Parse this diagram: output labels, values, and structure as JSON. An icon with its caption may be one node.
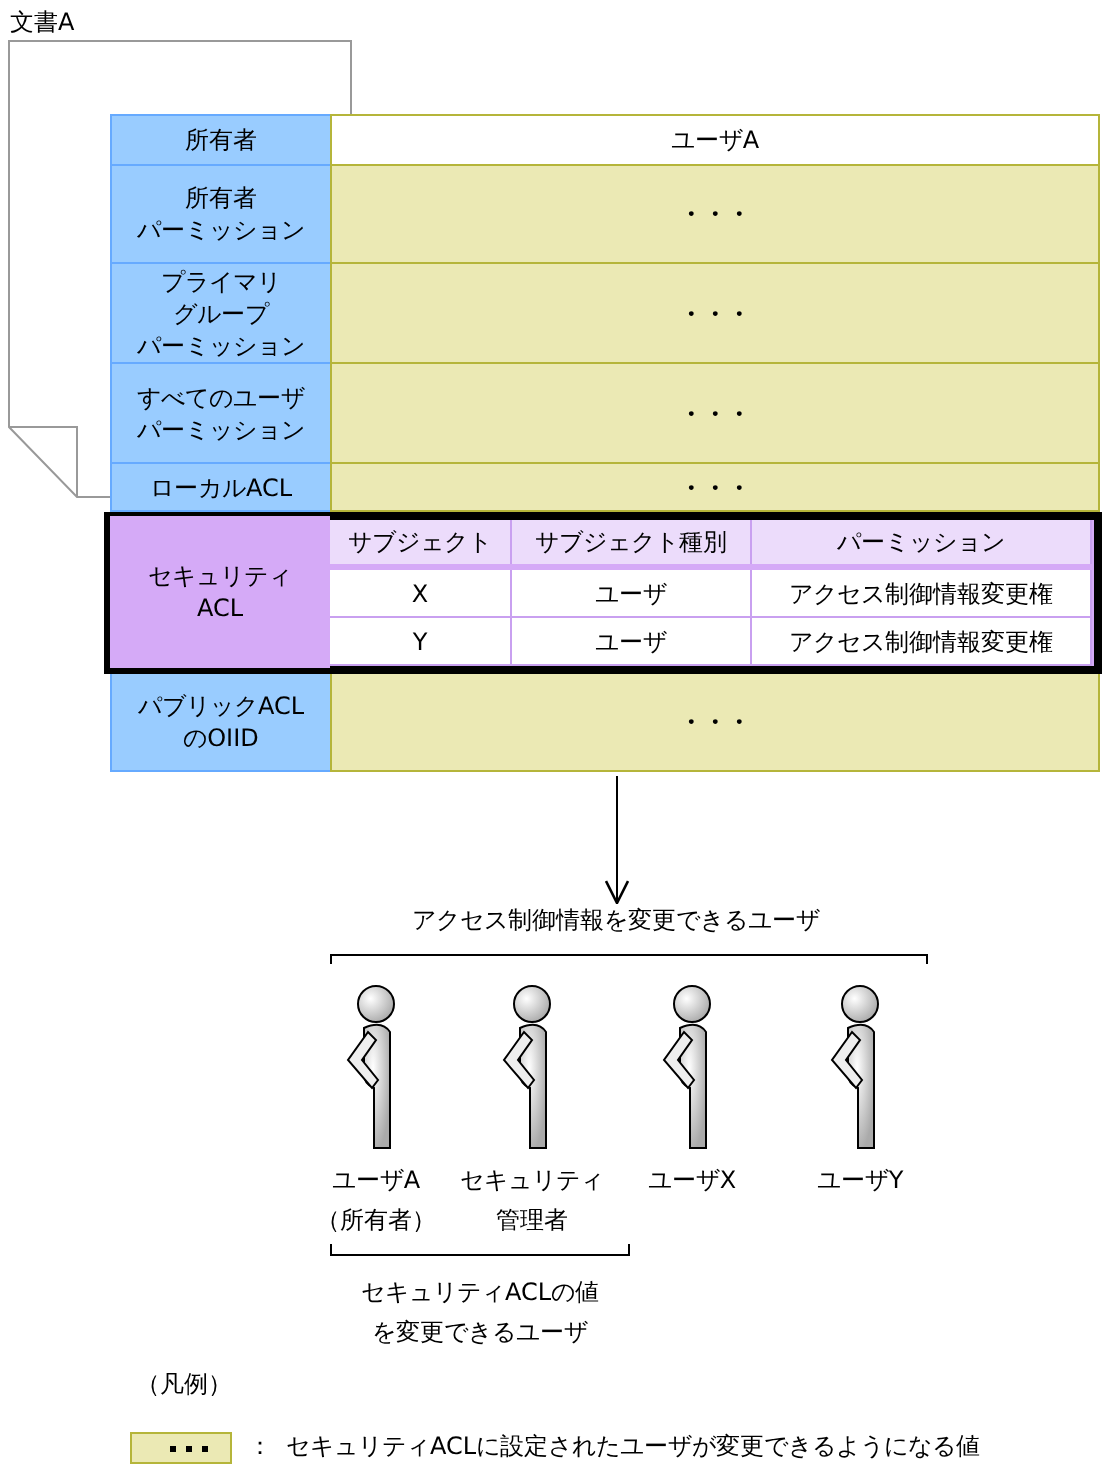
{
  "diagram": {
    "nodes": [
      {
        "text": [
          "文書A"
        ]
      },
      {
        "text": [
          "アクセス制御情報を変更できるユーザ"
        ]
      }
    ],
    "edges": [
      {
        "from": 0,
        "to": 1,
        "arrow": "to"
      }
    ],
    "labels": [
      "所有者",
      "ユーザA",
      "所有者パーミッション",
      "・・・",
      "プライマリグループパーミッション",
      "・・・",
      "すべてのユーザパーミッション",
      "・・・",
      "ローカルACL",
      "・・・",
      "セキュリティACL",
      "サブジェクト",
      "サブジェクト種別",
      "パーミッション",
      "X",
      "ユーザ",
      "アクセス制御情報変更権",
      "Y",
      "ユーザ",
      "アクセス制御情報変更権",
      "パブリックACLのOIID",
      "・・・",
      "ユーザA（所有者）",
      "セキュリティ管理者",
      "ユーザX",
      "ユーザY",
      "セキュリティACLの値を変更できるユーザ",
      "（凡例）",
      "："
    ],
    "legend": [
      {
        "text": "セキュリティACLに設定されたユーザが変更できるようになる値",
        "color": "#ebe9b4"
      }
    ]
  }
}
